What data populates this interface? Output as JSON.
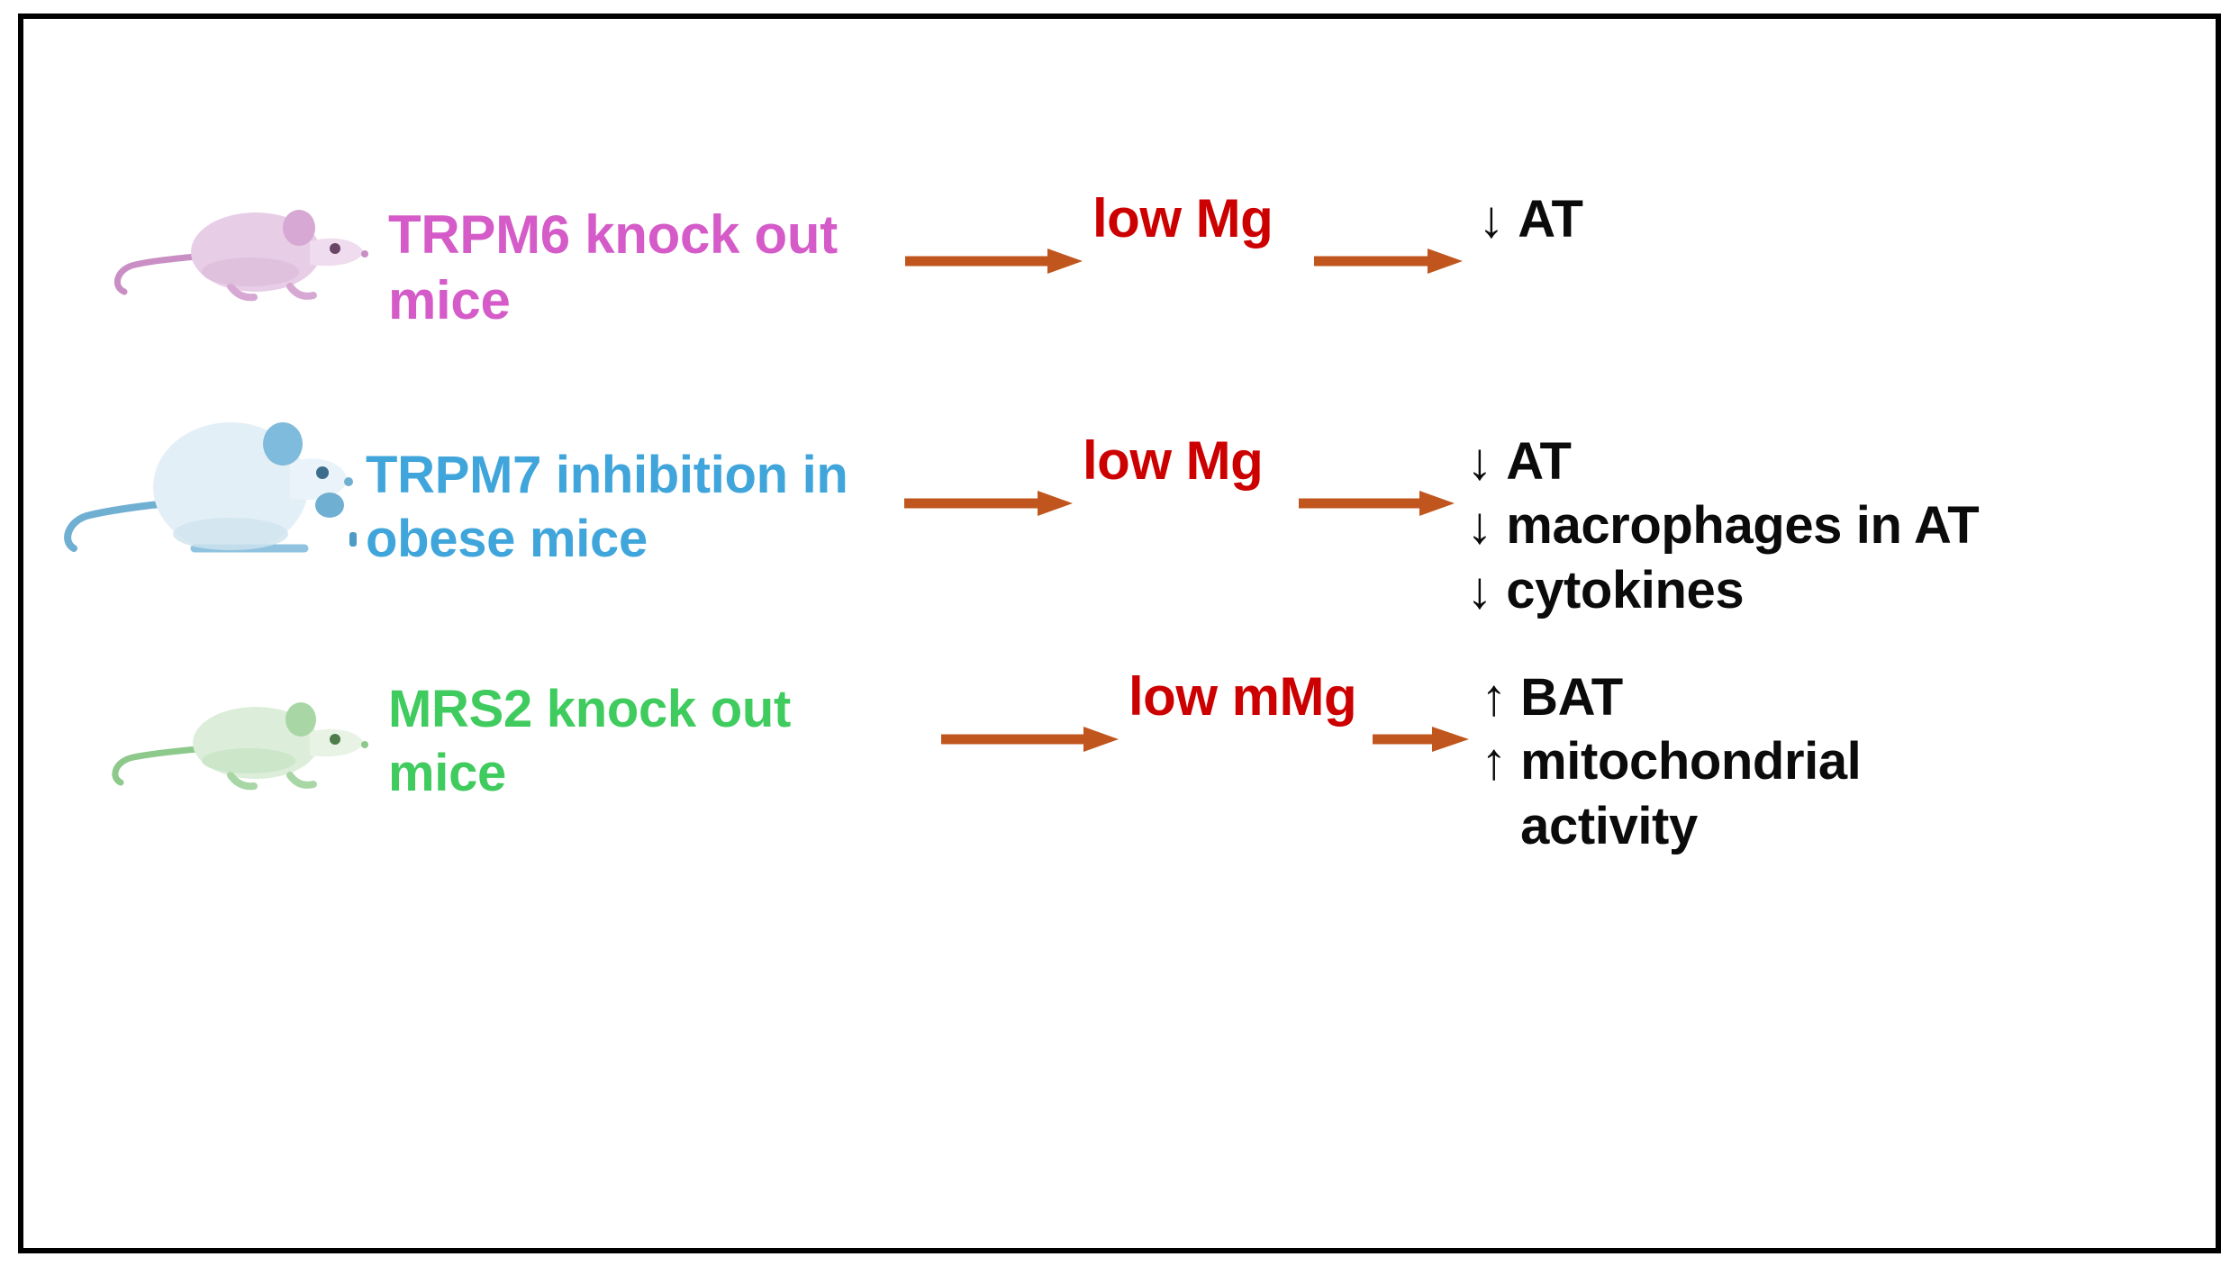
{
  "figure": {
    "border_color": "#000000",
    "background": "#ffffff"
  },
  "palette": {
    "trpm6_pink": "#D45BC8",
    "trpm7_blue": "#3FA5DB",
    "mrs2_green": "#3FCB5E",
    "mg_red": "#CC0000",
    "arrow_brown": "#C0551E",
    "outcome_black": "#0b0b0b"
  },
  "rows": [
    {
      "id": "trpm6",
      "mouse_icon": "mouse-pink-icon",
      "mouse_color": "#D9A8D6",
      "gene_label": "TRPM6 knock out mice",
      "gene_color": "#D45BC8",
      "arrow1": "arrow-right-icon",
      "mg_label": "low Mg",
      "arrow2": "arrow-right-icon",
      "outcomes": [
        {
          "direction": "↓",
          "text": "AT"
        }
      ]
    },
    {
      "id": "trpm7",
      "mouse_icon": "mouse-blue-obese-icon",
      "mouse_color": "#9FC9E2",
      "gene_label": "TRPM7 inhibition in obese mice",
      "gene_color": "#3FA5DB",
      "arrow1": "arrow-right-icon",
      "mg_label": "low Mg",
      "arrow2": "arrow-right-icon",
      "outcomes": [
        {
          "direction": "↓",
          "text": "AT"
        },
        {
          "direction": "↓",
          "text": "macrophages in AT"
        },
        {
          "direction": "↓",
          "text": "cytokines"
        }
      ]
    },
    {
      "id": "mrs2",
      "mouse_icon": "mouse-green-icon",
      "mouse_color": "#AFD9A8",
      "gene_label": "MRS2 knock out mice",
      "gene_color": "#3FCB5E",
      "arrow1": "arrow-right-icon",
      "mg_label": "low mMg",
      "arrow2": "arrow-right-icon",
      "outcomes": [
        {
          "direction": "↑",
          "text": "BAT"
        },
        {
          "direction": "↑",
          "text": "mitochondrial"
        },
        {
          "direction": "",
          "text": "activity"
        }
      ]
    }
  ]
}
